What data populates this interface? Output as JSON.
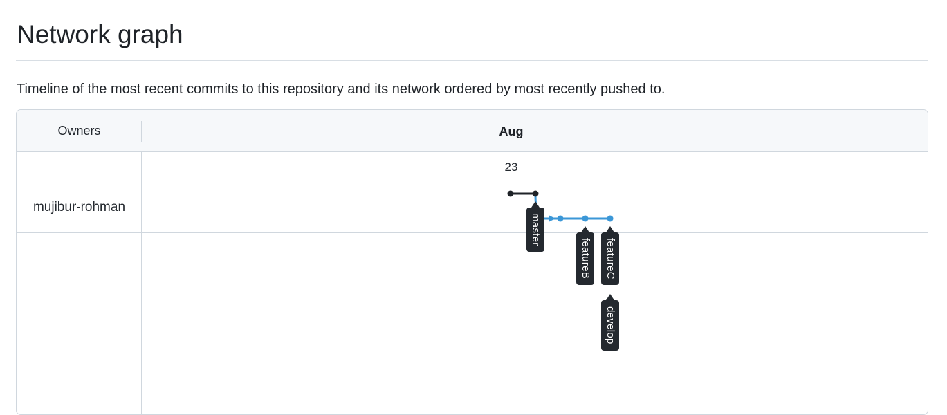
{
  "page": {
    "title": "Network graph",
    "description": "Timeline of the most recent commits to this repository and its network ordered by most recently pushed to."
  },
  "graph": {
    "owners_header": "Owners",
    "month": "Aug",
    "day": "23",
    "owners": [
      {
        "name": "mujibur-rohman"
      }
    ],
    "branches": [
      {
        "name": "master",
        "color": "#24292f"
      },
      {
        "name": "featureB",
        "color": "#24292f"
      },
      {
        "name": "featureC",
        "color": "#24292f"
      },
      {
        "name": "develop",
        "color": "#24292f"
      }
    ],
    "colors": {
      "main_line": "#1f2328",
      "branch_line": "#3b97d7",
      "tag_background": "#24292f"
    }
  }
}
